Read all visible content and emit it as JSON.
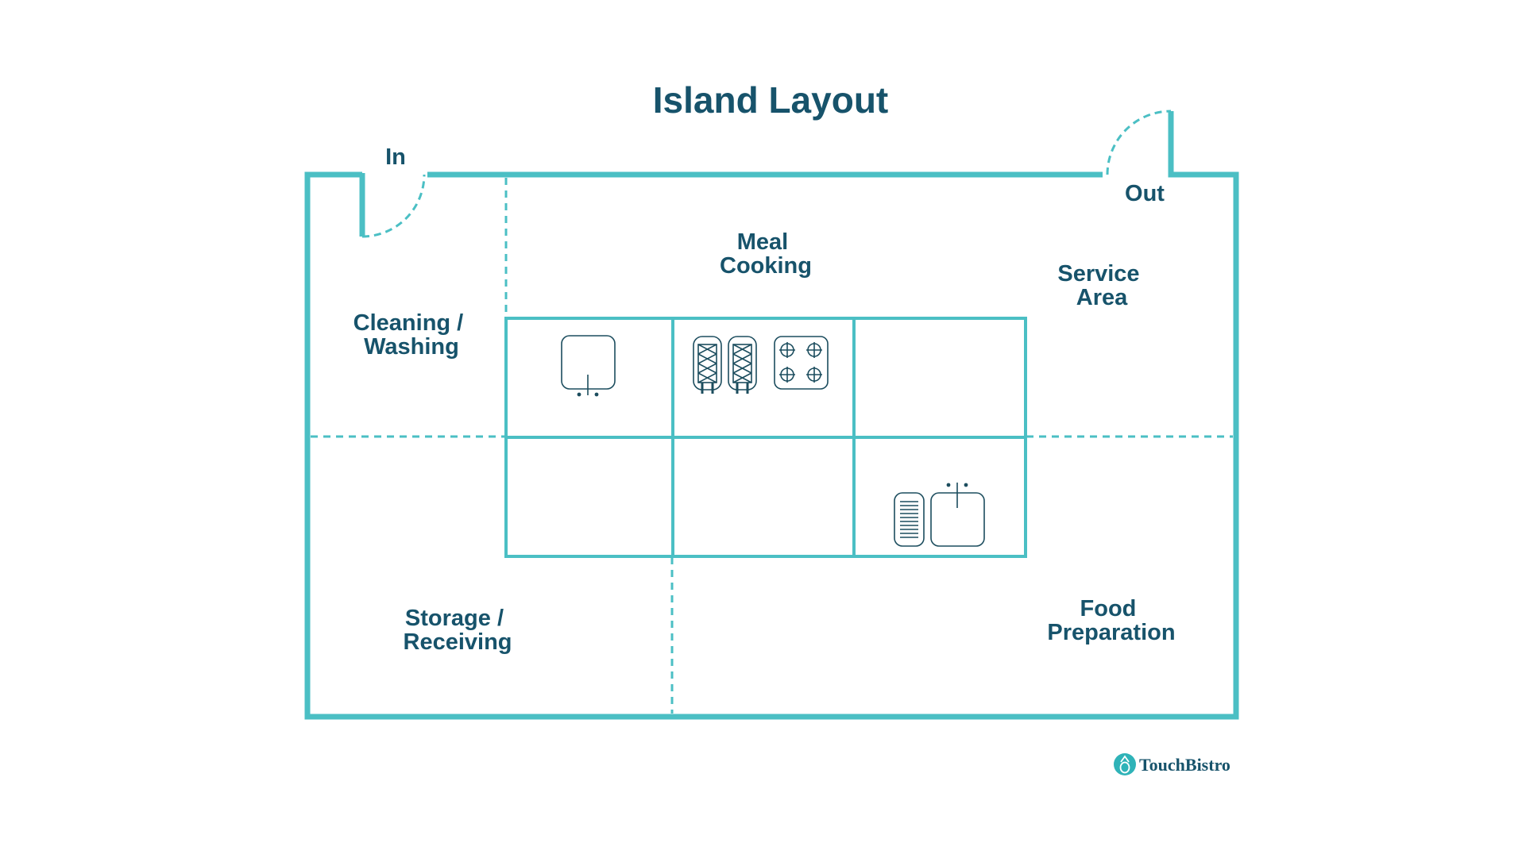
{
  "title": "Island Layout",
  "doors": {
    "entry": "In",
    "exit": "Out"
  },
  "zones": {
    "meal_cooking": [
      "Meal",
      "Cooking"
    ],
    "service_area": [
      "Service",
      "Area"
    ],
    "cleaning_washing": [
      "Cleaning /",
      "Washing"
    ],
    "storage_receiving": [
      "Storage /",
      "Receiving"
    ],
    "food_preparation": [
      "Food",
      "Preparation"
    ]
  },
  "equipment": [
    "sink-icon",
    "fryer-icon",
    "fryer-icon",
    "stove-icon",
    "drainboard-icon",
    "sink-icon"
  ],
  "brand": {
    "name": "TouchBistro",
    "icon": "pineapple-logo-icon"
  },
  "colors": {
    "wall": "#4bbfc4",
    "text": "#17536b",
    "icon": "#1c4d5e",
    "background": "#ffffff"
  }
}
